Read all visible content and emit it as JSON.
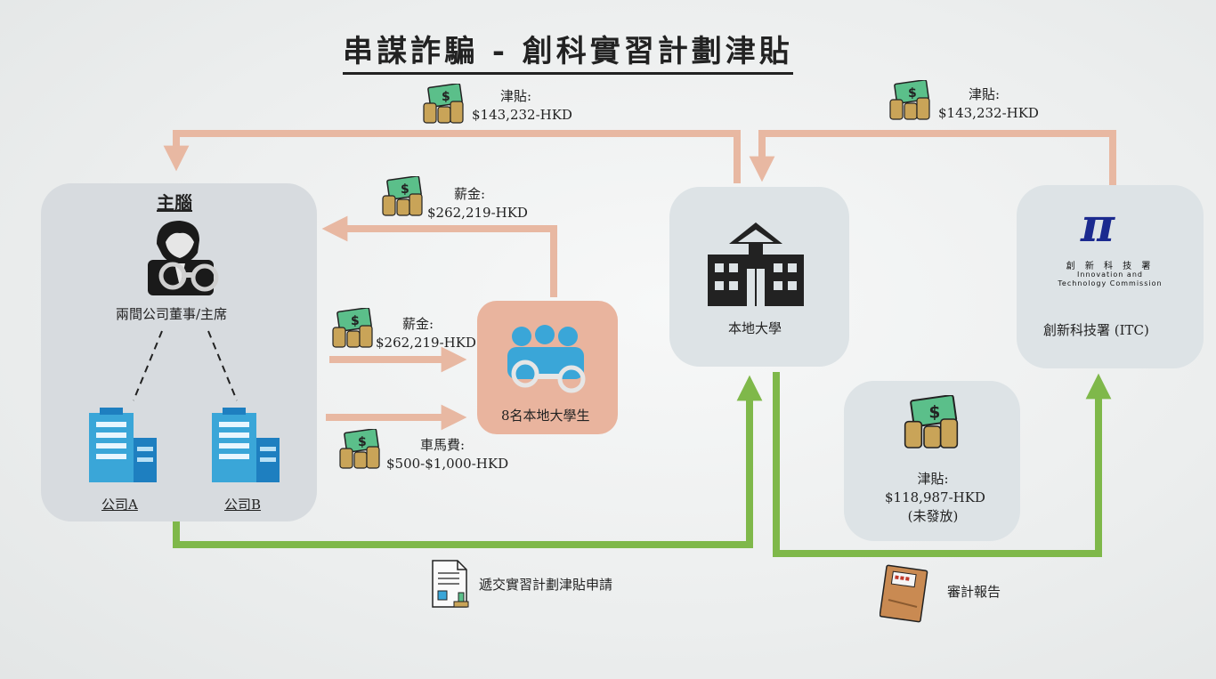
{
  "title": "串謀詐騙 - 創科實習計劃津貼",
  "mastermind": {
    "heading": "主腦",
    "role": "兩間公司董事/主席",
    "company_a": "公司A",
    "company_b": "公司B"
  },
  "students": {
    "label": "8名本地大學生"
  },
  "university": {
    "label": "本地大學"
  },
  "itc": {
    "logo_chinese": "創 新 科 技 署",
    "logo_english_1": "Innovation and",
    "logo_english_2": "Technology Commission",
    "label": "創新科技署 (ITC)"
  },
  "flows": {
    "subsidy_top_left": {
      "label": "津貼:",
      "amount": "$143,232-HKD"
    },
    "subsidy_top_right": {
      "label": "津貼:",
      "amount": "$143,232-HKD"
    },
    "salary_return": {
      "label": "薪金:",
      "amount": "$262,219-HKD"
    },
    "salary_paid": {
      "label": "薪金:",
      "amount": "$262,219-HKD"
    },
    "travel": {
      "label": "車馬費:",
      "amount": "$500-$1,000-HKD"
    },
    "unpaid_subsidy": {
      "label": "津貼:",
      "amount": "$118,987-HKD",
      "note": "(未發放)"
    }
  },
  "submit_application": "遞交實習計劃津貼申請",
  "audit_report": "審計報告",
  "colors": {
    "salmon_arrow": "#e8b8a2",
    "green_arrow": "#7fb84a",
    "building_blue": "#3aa6d8",
    "cash_green": "#5bbf8a",
    "coin_gold": "#c9a458",
    "itc_blue": "#1b2a8f"
  }
}
